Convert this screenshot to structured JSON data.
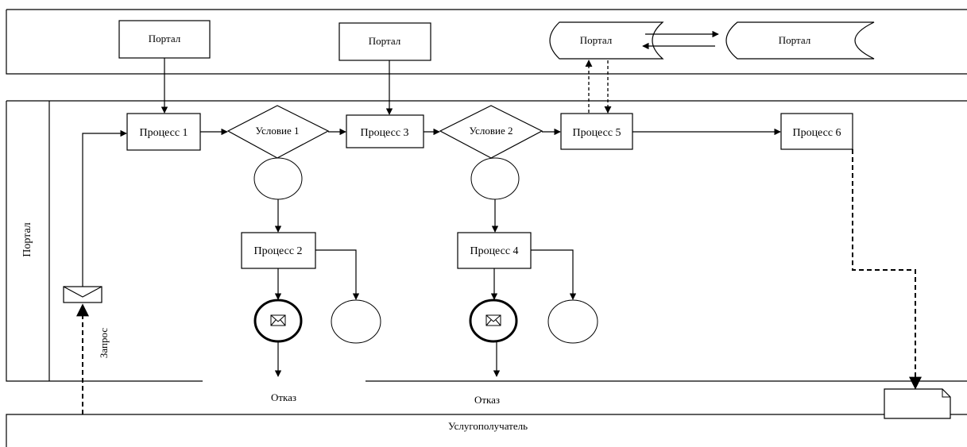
{
  "lanes": {
    "top_lane_label": "",
    "middle_lane_label": "Портал",
    "bottom_lane_label": "Услугополучатель"
  },
  "portal_nodes": {
    "portal_1": "Портал",
    "portal_2": "Портал",
    "portal_3": "Портал",
    "portal_4": "Портал"
  },
  "processes": {
    "p1": "Процесс 1",
    "p2": "Процесс 2",
    "p3": "Процесс 3",
    "p4": "Процесс 4",
    "p5": "Процесс 5",
    "p6": "Процесс 6"
  },
  "conditions": {
    "c1": "Условие 1",
    "c2": "Условие 2"
  },
  "labels": {
    "request": "Запрос",
    "refusal_1": "Отказ",
    "refusal_2": "Отказ",
    "envelope_glyph": "🖂"
  }
}
